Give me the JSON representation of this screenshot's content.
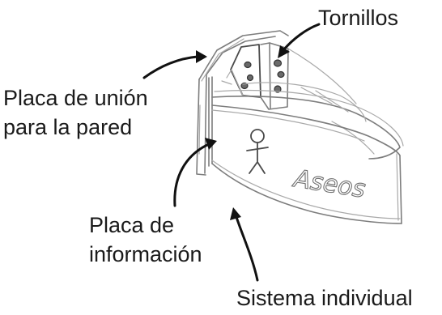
{
  "labels": {
    "screws": "Tornillos",
    "wall_plate": [
      "Placa de unión",
      "para la pared"
    ],
    "info_plate": [
      "Placa de",
      "información"
    ],
    "individual_system": "Sistema individual"
  },
  "sign": {
    "text": "Aseos",
    "icon": "person-figure-icon"
  },
  "colors": {
    "ink": "#1a1a1a",
    "pencil": "#7d7d7d",
    "background": "#ffffff"
  }
}
